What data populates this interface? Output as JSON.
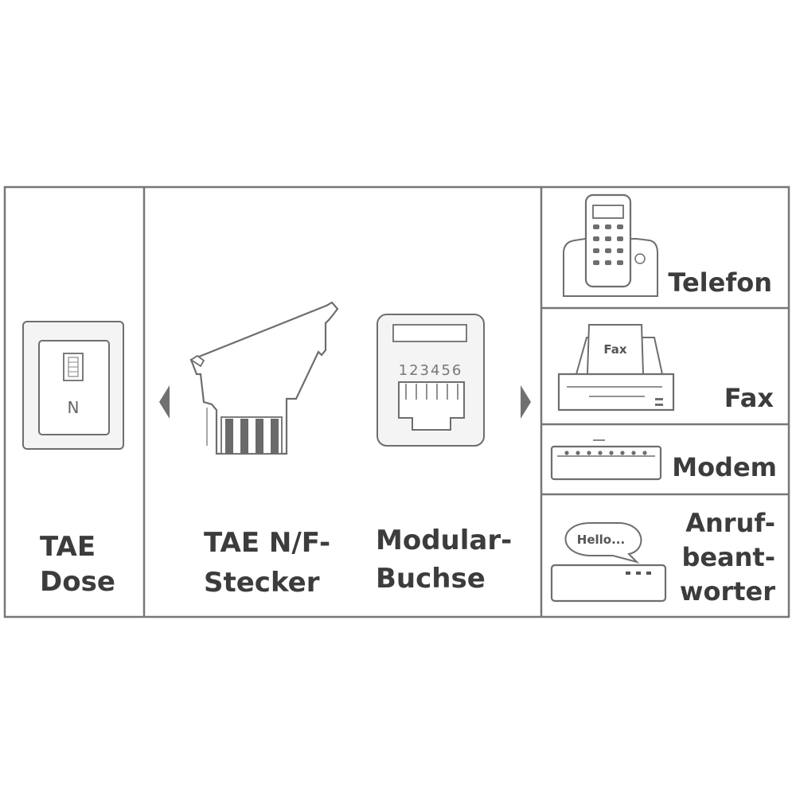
{
  "left": {
    "socket_letter": "N",
    "label_line1": "TAE",
    "label_line2": "Dose"
  },
  "middle": {
    "plug_label_line1": "TAE N/F-",
    "plug_label_line2": "Stecker",
    "jack_pin_numbers": "123456",
    "jack_label_line1": "Modular-",
    "jack_label_line2": "Buchse"
  },
  "devices": {
    "telefon": "Telefon",
    "fax_paper_text": "Fax",
    "fax": "Fax",
    "modem": "Modem",
    "bubble_text": "Hello...",
    "anrufbeantworter_line1": "Anruf-",
    "anrufbeantworter_line2": "beant-",
    "anrufbeantworter_line3": "worter"
  },
  "colors": {
    "outline": "#6e6e6e",
    "text": "#3c3c3c",
    "arrow": "#707070"
  }
}
